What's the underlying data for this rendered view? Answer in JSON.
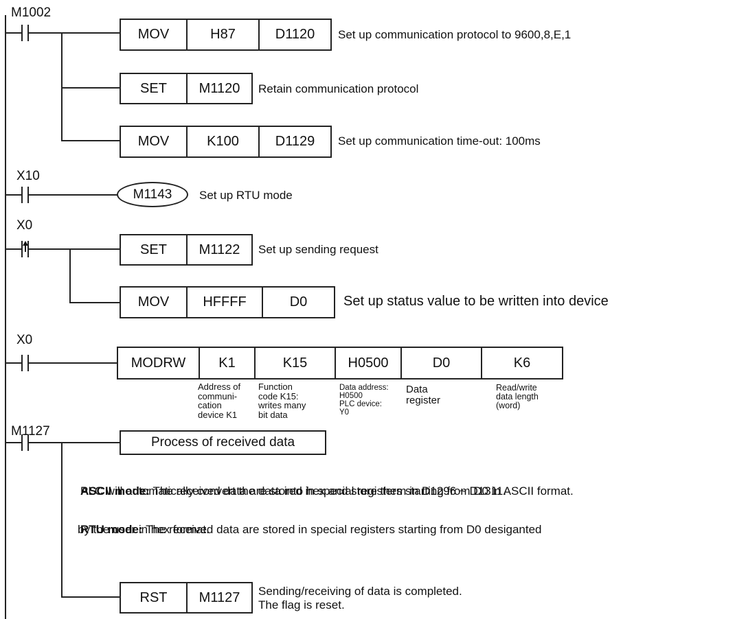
{
  "rungs": {
    "r1": {
      "contact": "M1002",
      "i1": {
        "op": "MOV",
        "a": "H87",
        "b": "D1120",
        "comment": "Set up communication protocol to 9600,8,E,1"
      },
      "i2": {
        "op": "SET",
        "a": "M1120",
        "comment": "Retain communication protocol"
      },
      "i3": {
        "op": "MOV",
        "a": "K100",
        "b": "D1129",
        "comment": "Set up communication time-out: 100ms"
      }
    },
    "r2": {
      "contact": "X10",
      "coil": "M1143",
      "comment": "Set up RTU mode"
    },
    "r3": {
      "contact": "X0",
      "i1": {
        "op": "SET",
        "a": "M1122",
        "comment": "Set up sending request"
      },
      "i2": {
        "op": "MOV",
        "a": "HFFFF",
        "b": "D0",
        "comment": "Set up status value to be written into device"
      }
    },
    "r4": {
      "contact": "X0",
      "ops": [
        "MODRW",
        "K1",
        "K15",
        "H0500",
        "D0",
        "K6"
      ],
      "notes": {
        "k1": "Address of\ncommuni-\ncation\ndevice K1",
        "k15": "Function\ncode K15:\nwrites many\nbit data",
        "h0500": "Data address:\nH0500\nPLC device:\nY0",
        "d0": "Data\nregister",
        "k6": "Read/write\ndata length\n(word)"
      }
    },
    "r5": {
      "contact": "M1127",
      "process": "Process of received data",
      "ascii_title": "ASCII mode:",
      "ascii_text": " The received data are stored in special registers starting from D0 in ASCII format.",
      "ascii_text2": "PLC will automatically convert the data into hex and store them in D1296 ~ D1311.",
      "rtu_title": "RTU mode:",
      "rtu_text": " The received data are stored in special registers starting from D0 desiganted",
      "rtu_text2": "by the user in hex format.",
      "rst": {
        "op": "RST",
        "a": "M1127",
        "comment1": "Sending/receiving of data is completed.",
        "comment2": "The flag is reset."
      }
    }
  }
}
